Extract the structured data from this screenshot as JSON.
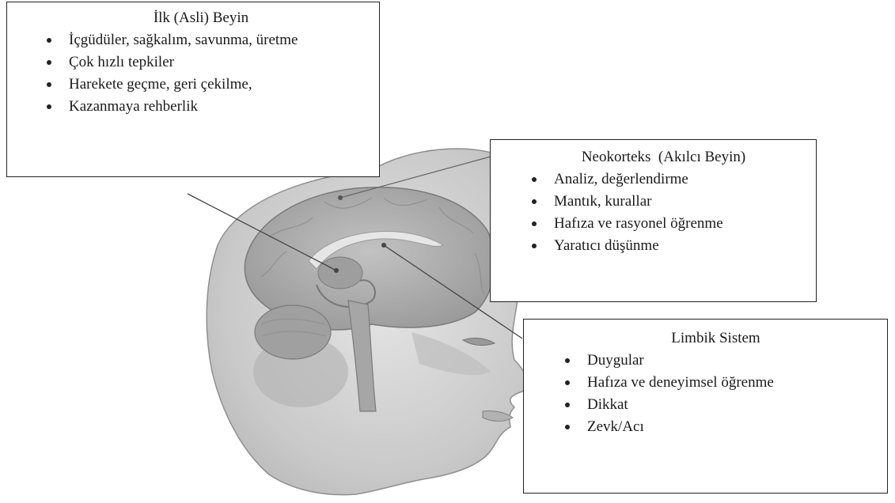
{
  "primitive_brain": {
    "title": "İlk (Asli) Beyin",
    "items": [
      "İçgüdüler, sağkalım, savunma, üretme",
      "Çok hızlı tepkiler",
      "Harekete geçme, geri çekilme,",
      "Kazanmaya rehberlik"
    ]
  },
  "neocortex": {
    "title": "Neokorteks  (Akılcı Beyin)",
    "items": [
      "Analiz, değerlendirme",
      "Mantık, kurallar",
      "Hafıza ve rasyonel öğrenme",
      "Yaratıcı düşünme"
    ]
  },
  "limbic_system": {
    "title": "Limbik Sistem",
    "items": [
      "Duygular",
      "Hafıza ve deneyimsel öğrenme",
      "Dikkat",
      "Zevk/Acı"
    ]
  },
  "illustration": {
    "subject": "head-sagittal-brain-illustration",
    "skin_color": "#cfcfcf",
    "brain_color": "#a8a8a8",
    "line_color": "#555555"
  }
}
